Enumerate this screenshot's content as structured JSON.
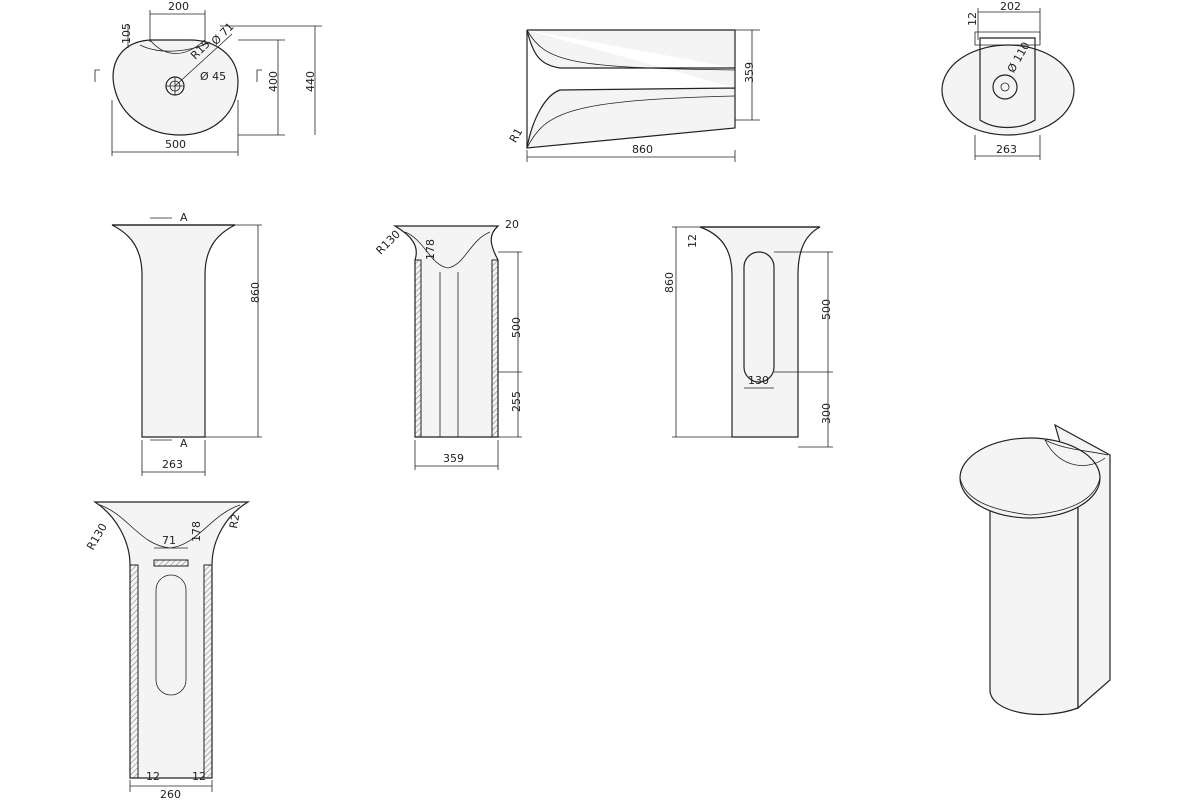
{
  "dimensions": {
    "top_width_200": "200",
    "top_105": "105",
    "top_r15": "R15",
    "top_d71": "Ø 71",
    "top_d45": "Ø 45",
    "top_400": "400",
    "top_440": "440",
    "top_500": "500",
    "side_359": "359",
    "side_860": "860",
    "side_r1": "R1",
    "rt_202": "202",
    "rt_12": "12",
    "rt_d110": "Ø 110",
    "rt_263": "263",
    "front_860": "860",
    "front_263": "263",
    "section_mark_a": "A",
    "sec_20": "20",
    "sec_r130": "R130",
    "sec_178": "178",
    "sec_500": "500",
    "sec_255": "255",
    "sec_359": "359",
    "back_12": "12",
    "back_860": "860",
    "back_500": "500",
    "back_130": "130",
    "back_300": "300",
    "bs_r130": "R130",
    "bs_71": "71",
    "bs_178": "178",
    "bs_r2": "R2",
    "bs_12a": "12",
    "bs_12b": "12",
    "bs_260": "260"
  }
}
